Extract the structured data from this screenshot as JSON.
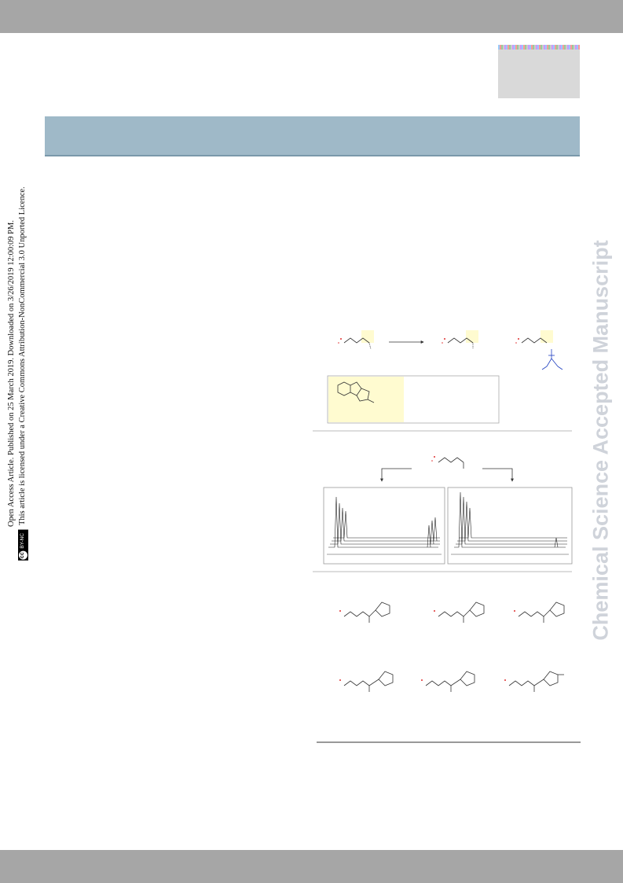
{
  "watermark": {
    "text": "Chemical Science Accepted Manuscript"
  },
  "side_notice": {
    "line1": "Open Access Article. Published on 25 March 2019. Downloaded on 3/26/2019 12:00:09 PM.",
    "line2": "This article is licensed under a Creative Commons Attribution-NonCommercial 3.0 Unported Licence.",
    "badge_cc": "cc",
    "badge_text": "BY-NC"
  },
  "colors": {
    "top_bar": "#a6a6a6",
    "header_band": "#9fb9c8",
    "watermark": "#cfd3da",
    "highlight": "#fffbd0",
    "oxygen_red": "#e03030",
    "blue_bond": "#2040c0"
  }
}
